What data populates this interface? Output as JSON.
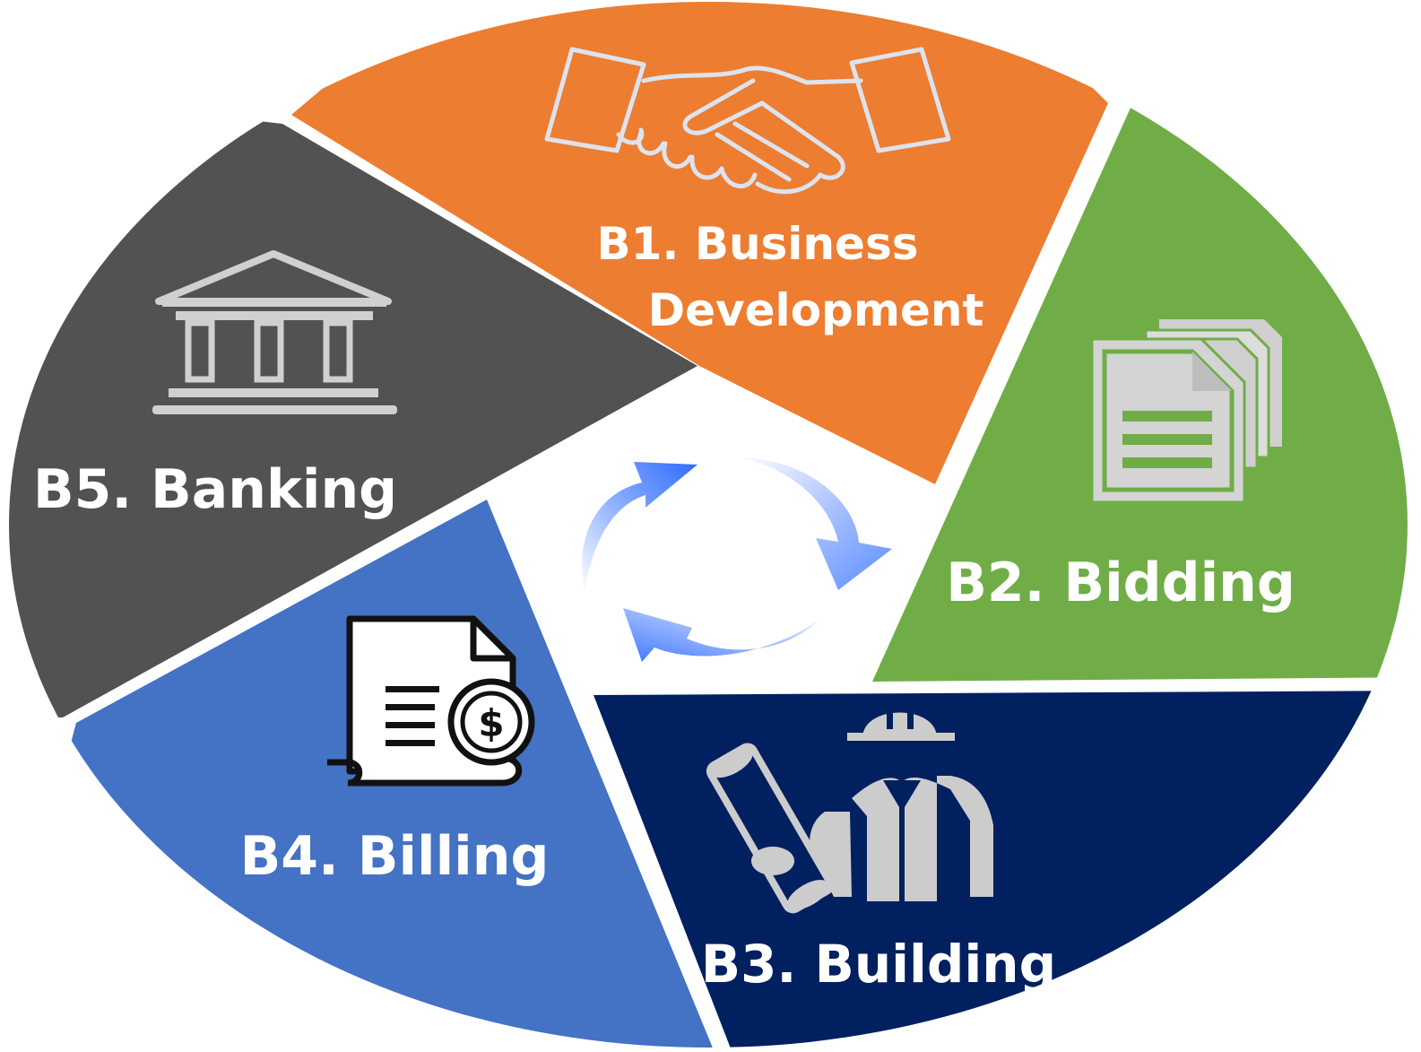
{
  "segments": [
    {
      "id": "b1",
      "lines": [
        "B1. Business",
        "Development"
      ],
      "color": "#ed7d31"
    },
    {
      "id": "b2",
      "lines": [
        "B2.  Bidding"
      ],
      "color": "#70ad47"
    },
    {
      "id": "b3",
      "lines": [
        "B3. Building"
      ],
      "color": "#002060"
    },
    {
      "id": "b4",
      "lines": [
        "B4.  Billing"
      ],
      "color": "#4472c4"
    },
    {
      "id": "b5",
      "lines": [
        "B5.  Banking"
      ],
      "color": "#525252"
    }
  ],
  "icons": {
    "b1": "handshake-icon",
    "b2": "documents-icon",
    "b3": "engineer-icon",
    "b4": "invoice-icon",
    "b5": "bank-icon",
    "center": "cycle-arrows-icon"
  },
  "colors": {
    "icon_light": "#d9d9d9",
    "arrow_blue": "#2f6bff",
    "arrow_light": "#cfe0ff"
  }
}
